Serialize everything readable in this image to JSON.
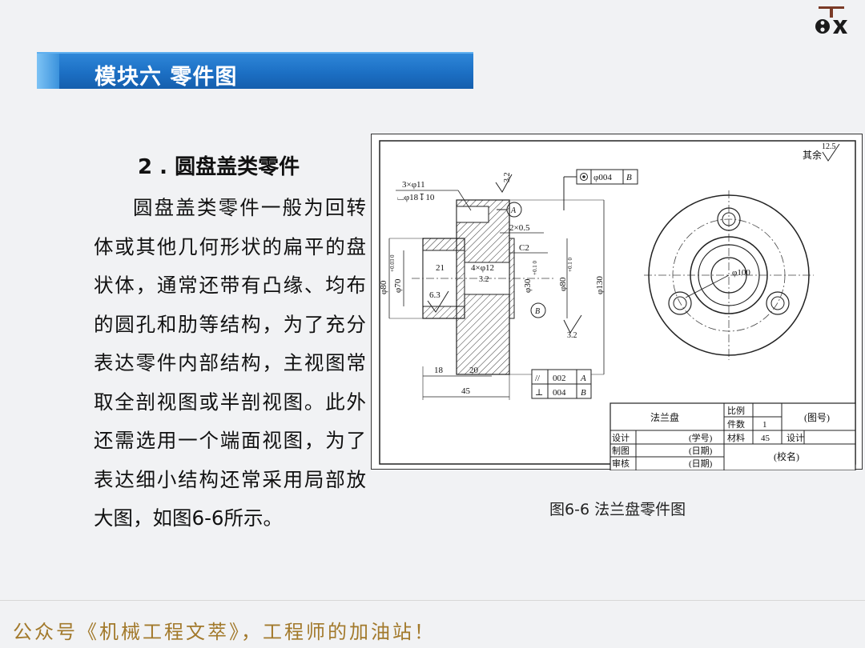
{
  "brand": {
    "logo_text": "8X"
  },
  "banner": {
    "title": "模块六  零件图"
  },
  "section": {
    "heading": "2 . 圆盘盖类零件",
    "body": "圆盘盖类零件一般为回转体或其他几何形状的扁平的盘状体，通常还带有凸缘、均布的圆孔和肋等结构，为了充分表达零件内部结构，主视图常取全剖视图或半剖视图。此外还需选用一个端面视图，为了表达细小结构还常采用局部放大图，如图6-6所示。"
  },
  "drawing": {
    "roughness_note": {
      "label": "其余",
      "value": "12.5"
    },
    "holes_note": {
      "line1": "3×φ11",
      "line2": "⌴φ18↧10"
    },
    "callout_32_top": "3.2",
    "runout_tol": {
      "value": "φ004",
      "datum": "B"
    },
    "datum_a": "A",
    "datum_b": "B",
    "undercut": "2×0.5",
    "chamfer": "C2",
    "dims": {
      "phi80": "φ80",
      "phi70": "φ70",
      "phi70_tol": "+0.03 0",
      "d21": "21",
      "d4x_phi12": "4×φ12",
      "r32_mid": "3.2",
      "r63": "6.3",
      "phi30": "φ30",
      "phi30_tol": "+0.1 0",
      "phi80b": "φ80",
      "phi80b_tol": "+0.1 0",
      "phi130": "φ130",
      "r32_low": "3.2",
      "d18": "18",
      "d20": "20",
      "d45": "45",
      "phi100": "φ100"
    },
    "geo_tols": [
      {
        "symbol": "//",
        "value": "002",
        "datum": "A"
      },
      {
        "symbol": "⊥",
        "value": "004",
        "datum": "B"
      }
    ],
    "title_block": {
      "part_name": "法兰盘",
      "scale_label": "比例",
      "qty_label": "件数",
      "qty_value": "1",
      "drawing_no": "(图号)",
      "design_label": "设计",
      "draw_label": "制图",
      "check_label": "审核",
      "student_no": "(学号)",
      "date1": "(日期)",
      "date2": "(日期)",
      "material_label": "材料",
      "material_value": "45",
      "design_label2": "设计",
      "school": "(校名)"
    }
  },
  "figure_caption": "图6-6  法兰盘零件图",
  "footer": {
    "text": "公众号《机械工程文萃》，工程师的加油站！"
  }
}
